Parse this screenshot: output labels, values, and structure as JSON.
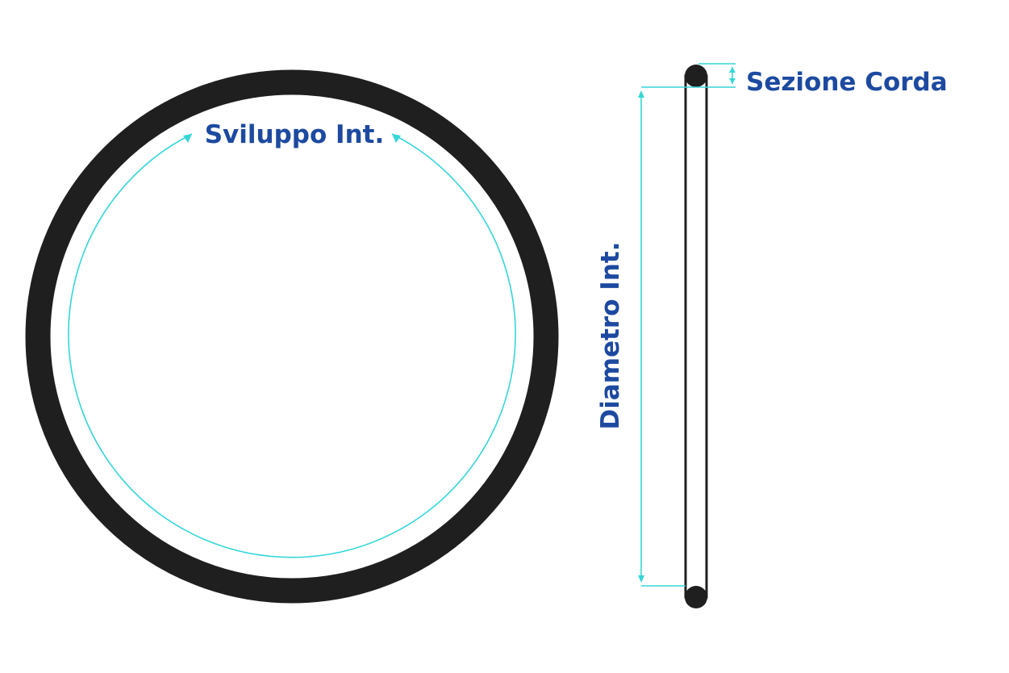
{
  "labels": {
    "inner_development": "Sviluppo Int.",
    "inner_diameter": "Diametro Int.",
    "cross_section": "Sezione Corda"
  },
  "colors": {
    "ring": "#1f1f1f",
    "dimension_lines": "#35d6d8",
    "label_text": "#1d4aa0",
    "background": "#ffffff"
  }
}
